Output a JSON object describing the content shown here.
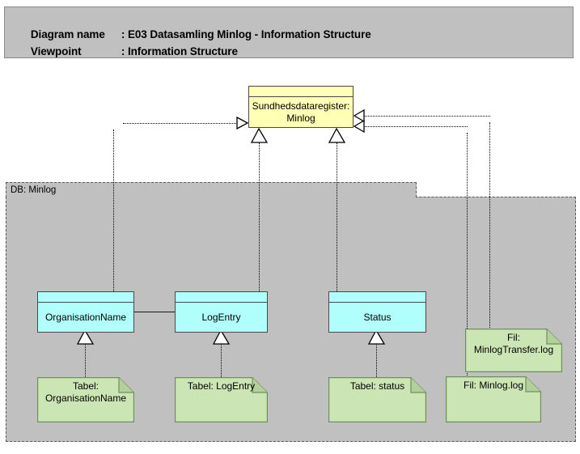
{
  "header": {
    "line1_label": "Diagram name",
    "line1_value": ": E03 Datasamling Minlog - Information Structure",
    "line2_label": "Viewpoint",
    "line2_value": ": Information Structure"
  },
  "group": {
    "label": "DB: Minlog"
  },
  "nodes": {
    "business_object": {
      "label": "Sundhedsdataregister: Minlog",
      "color": "#ffffb5"
    },
    "data_objects": [
      {
        "label": "OrganisationName",
        "color": "#b1fffc"
      },
      {
        "label": "LogEntry",
        "color": "#b1fffc"
      },
      {
        "label": "Status",
        "color": "#b1fffc"
      }
    ],
    "artifacts": [
      {
        "label": "Tabel: OrganisationName",
        "color": "#cce5b4"
      },
      {
        "label": "Tabel: LogEntry",
        "color": "#cce5b4"
      },
      {
        "label": "Tabel: status",
        "color": "#cce5b4"
      },
      {
        "label": "Fil: MinlogTransfer.log",
        "color": "#cce5b4"
      },
      {
        "label": "Fil: Minlog.log",
        "color": "#cce5b4"
      }
    ]
  },
  "colors": {
    "group_fill": "#c0c0c0",
    "header_fill": "#c0c0c0",
    "business_object_fill": "#ffffb5",
    "data_object_fill": "#b1fffc",
    "artifact_fill": "#cce5b4",
    "artifact_fold": "#b3cf9b",
    "line": "#000000",
    "canvas": "#ffffff"
  },
  "relations": [
    {
      "from": "OrganisationName",
      "to": "Sundhedsdataregister: Minlog",
      "type": "realization"
    },
    {
      "from": "LogEntry",
      "to": "Sundhedsdataregister: Minlog",
      "type": "realization"
    },
    {
      "from": "Status",
      "to": "Sundhedsdataregister: Minlog",
      "type": "realization"
    },
    {
      "from": "Fil: MinlogTransfer.log",
      "to": "Sundhedsdataregister: Minlog",
      "type": "realization"
    },
    {
      "from": "Fil: Minlog.log",
      "to": "Sundhedsdataregister: Minlog",
      "type": "realization"
    },
    {
      "from": "Tabel: OrganisationName",
      "to": "OrganisationName",
      "type": "realization"
    },
    {
      "from": "Tabel: LogEntry",
      "to": "LogEntry",
      "type": "realization"
    },
    {
      "from": "Tabel: status",
      "to": "Status",
      "type": "realization"
    },
    {
      "from": "OrganisationName",
      "to": "LogEntry",
      "type": "association"
    }
  ]
}
